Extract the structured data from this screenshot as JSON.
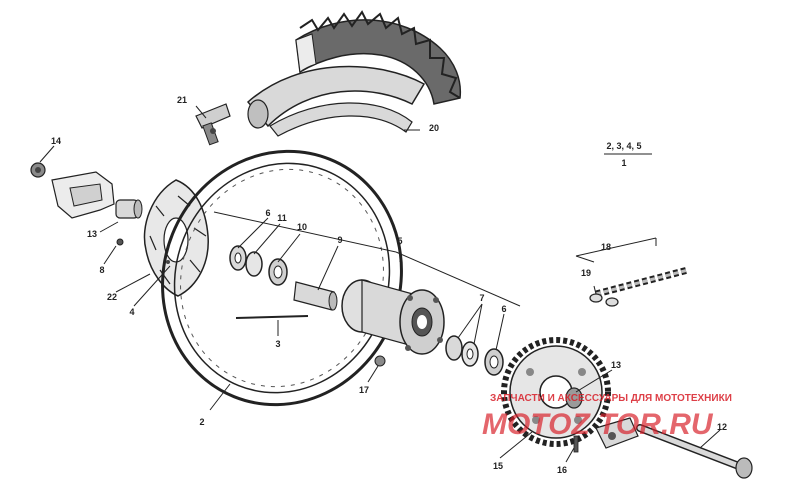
{
  "diagram": {
    "callouts": [
      {
        "id": "c21",
        "text": "21"
      },
      {
        "id": "c20",
        "text": "20"
      },
      {
        "id": "c14",
        "text": "14"
      },
      {
        "id": "c13a",
        "text": "13"
      },
      {
        "id": "c8",
        "text": "8"
      },
      {
        "id": "c22",
        "text": "22"
      },
      {
        "id": "c4",
        "text": "4"
      },
      {
        "id": "c6a",
        "text": "6"
      },
      {
        "id": "c11",
        "text": "11"
      },
      {
        "id": "c10",
        "text": "10"
      },
      {
        "id": "c9",
        "text": "9"
      },
      {
        "id": "c5",
        "text": "5"
      },
      {
        "id": "c3",
        "text": "3"
      },
      {
        "id": "c2",
        "text": "2"
      },
      {
        "id": "c7",
        "text": "7"
      },
      {
        "id": "c6b",
        "text": "6"
      },
      {
        "id": "c17",
        "text": "17"
      },
      {
        "id": "c13b",
        "text": "13"
      },
      {
        "id": "c15",
        "text": "15"
      },
      {
        "id": "c16",
        "text": "16"
      },
      {
        "id": "c12",
        "text": "12"
      },
      {
        "id": "c18",
        "text": "18"
      },
      {
        "id": "c19",
        "text": "19"
      }
    ],
    "group_label": {
      "top": "2, 3, 4, 5",
      "bottom": "1"
    },
    "watermark": {
      "tagline": "ЗАПЧАСТИ И АКСЕССУАРЫ ДЛЯ МОТОТЕХНИКИ",
      "domain": "MOTOZ TOR.RU",
      "color": "#d81e28"
    },
    "colors": {
      "line": "#222222",
      "part_fill": "#d9d9d9",
      "dark_fill": "#6a6a6a"
    }
  }
}
